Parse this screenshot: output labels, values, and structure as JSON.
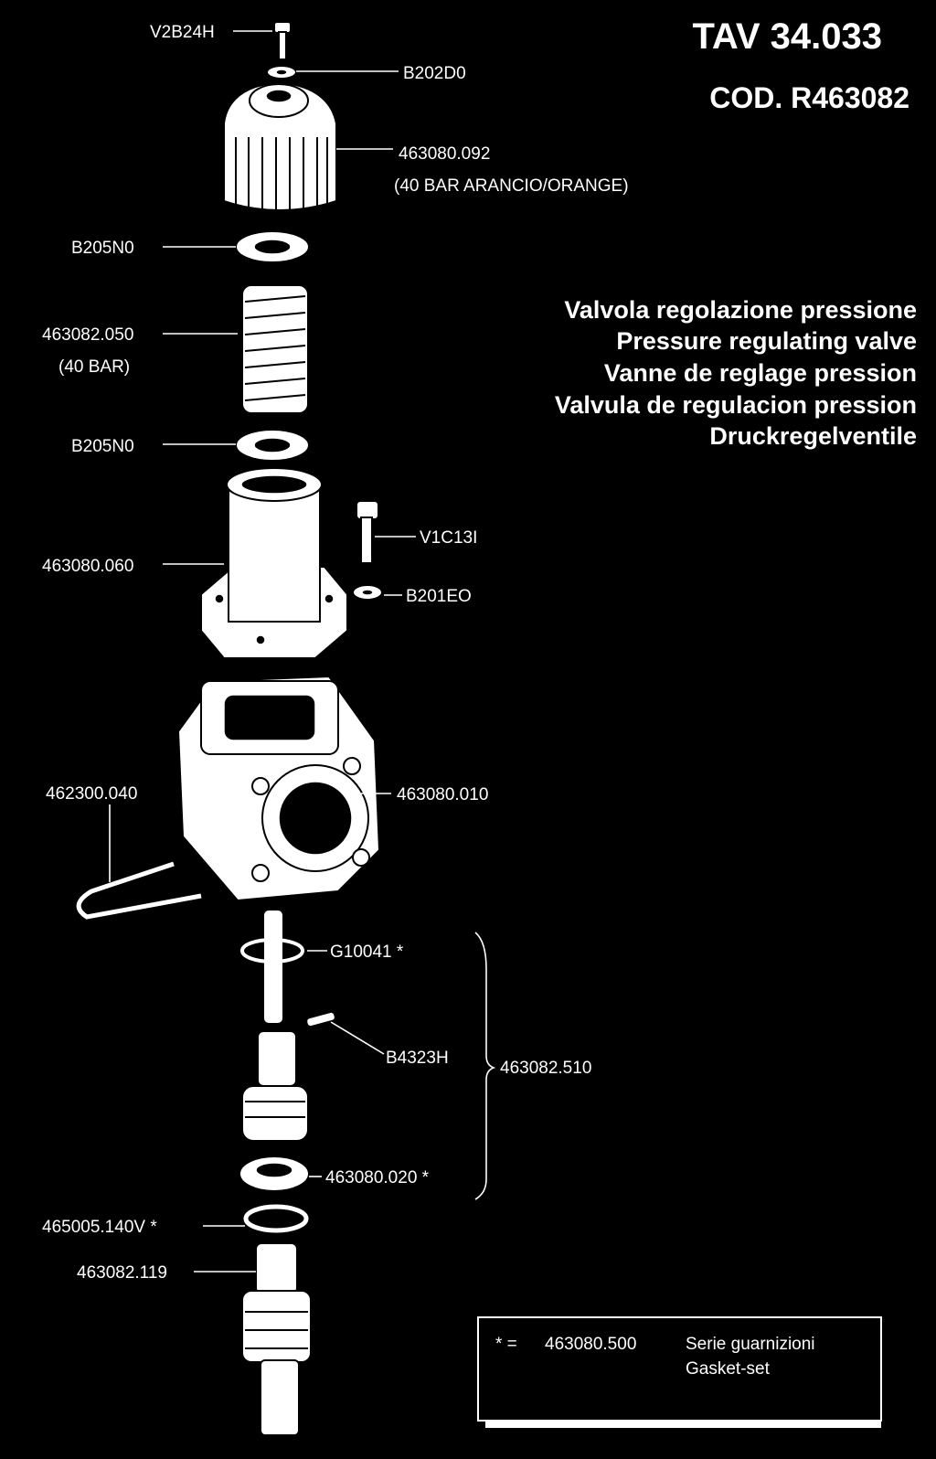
{
  "header": {
    "table_number": "TAV 34.033",
    "code": "COD. R463082"
  },
  "descriptions": [
    "Valvola regolazione pressione",
    "Pressure regulating valve",
    "Vanne de reglage pression",
    "Valvula de regulacion pression",
    "Druckregelventile"
  ],
  "parts": {
    "screw_top": "V2B24H",
    "washer_top": "B202D0",
    "knob": "463080.092",
    "knob_note": "(40 BAR ARANCIO/ORANGE)",
    "washer_upper": "B205N0",
    "spring": "463082.050",
    "spring_note": "(40 BAR)",
    "washer_lower": "B205N0",
    "cylinder": "463080.060",
    "screw_side": "V1C13I",
    "washer_side": "B201EO",
    "pin_clip": "462300.040",
    "body": "463080.010",
    "oring_stem": "G10041 *",
    "pin": "B4323H",
    "kit": "463082.510",
    "seat": "463080.020 *",
    "oring_bottom": "465005.140V *",
    "fitting": "463082.119"
  },
  "legend": {
    "marker": "* =",
    "code": "463080.500",
    "line1": "Serie guarnizioni",
    "line2": "Gasket-set"
  }
}
